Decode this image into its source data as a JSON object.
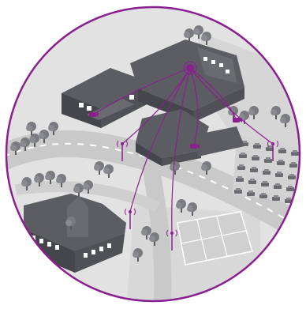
{
  "colors": {
    "background": "#ffffff",
    "ground": "#e2e2e2",
    "road": "#c9c9c9",
    "field": "#d6d6d6",
    "building_top": "#5c5d62",
    "building_side": "#45464b",
    "building_window": "#ffffff",
    "tree": "#7a7b80",
    "tree_trunk": "#5c5d62",
    "accent": "#8a1f8f",
    "circle_border": "#8a1f8f",
    "road_dash": "#ffffff"
  },
  "icons": {
    "hub": "wireless-access-point-icon",
    "antenna": "wifi-antenna-icon",
    "camera": "security-camera-icon",
    "tree": "tree-icon",
    "car": "parked-car-icon"
  },
  "network": {
    "hub_label": "",
    "endpoints": [
      "camera",
      "antenna",
      "antenna",
      "camera",
      "antenna",
      "camera",
      "antenna"
    ]
  }
}
